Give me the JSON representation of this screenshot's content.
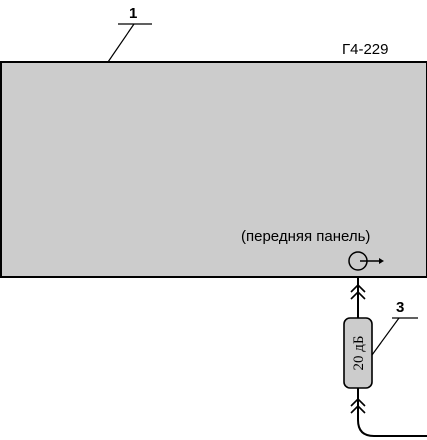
{
  "device": {
    "model": "Г4-229",
    "panel_label": "(передняя панель)",
    "fill_color": "#cccccc"
  },
  "callouts": {
    "device_number": "1",
    "attenuator_number": "3"
  },
  "attenuator": {
    "label": "20 дБ",
    "fill_color": "#cccccc"
  },
  "icons": {
    "output_connector": "rf-output-connector-icon",
    "connector_marker": "double-chevron-connector-icon"
  }
}
